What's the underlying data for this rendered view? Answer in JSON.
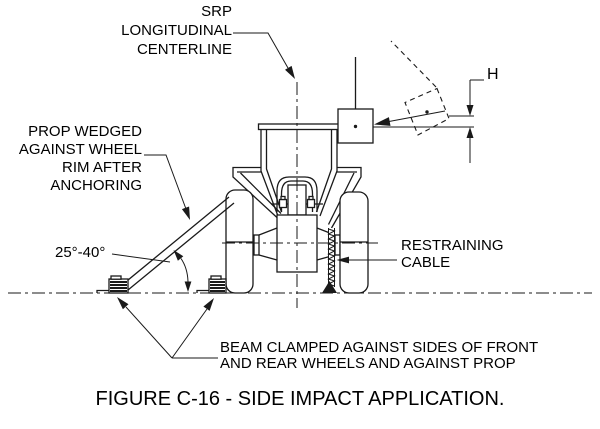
{
  "caption": "FIGURE C-16 - SIDE IMPACT APPLICATION.",
  "annotations": {
    "srp_centerline": [
      "SRP",
      "LONGITUDINAL",
      "CENTERLINE"
    ],
    "prop_wedged": [
      "PROP WEDGED",
      "AGAINST WHEEL",
      "RIM AFTER",
      "ANCHORING"
    ],
    "prop_angle": "25°-40°",
    "restraining_cable": [
      "RESTRAINING",
      "CABLE"
    ],
    "beam_clamped": [
      "BEAM CLAMPED AGAINST SIDES OF FRONT",
      "AND REAR WHEELS AND AGAINST PROP"
    ],
    "height_dimension": "H"
  },
  "colors": {
    "line": "#1a1a1a",
    "background": "#ffffff",
    "text": "#000000"
  }
}
